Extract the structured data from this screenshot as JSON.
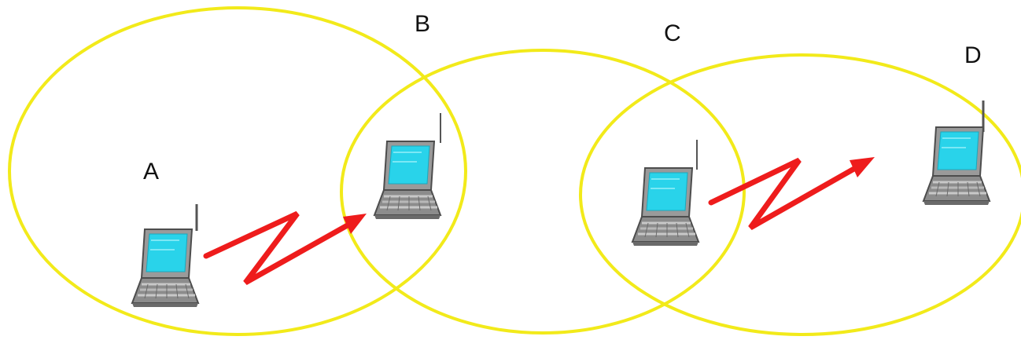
{
  "diagram": {
    "nodes": [
      {
        "label": "A"
      },
      {
        "label": "B"
      },
      {
        "label": "C"
      },
      {
        "label": "D"
      }
    ],
    "links": [
      {
        "from": "A",
        "to": "B"
      },
      {
        "from": "C",
        "to": "D"
      }
    ]
  },
  "colors": {
    "range_circle": "#f2ea1a",
    "signal_arrow": "#ee1c1c",
    "screen": "#29d3ea",
    "laptop_body": "#8c8c8c",
    "laptop_dark": "#555555",
    "keyboard": "#b8b8b8",
    "label": "#111111"
  },
  "icons": {
    "node": "laptop-icon",
    "link": "wireless-signal-icon",
    "range": "coverage-circle"
  }
}
